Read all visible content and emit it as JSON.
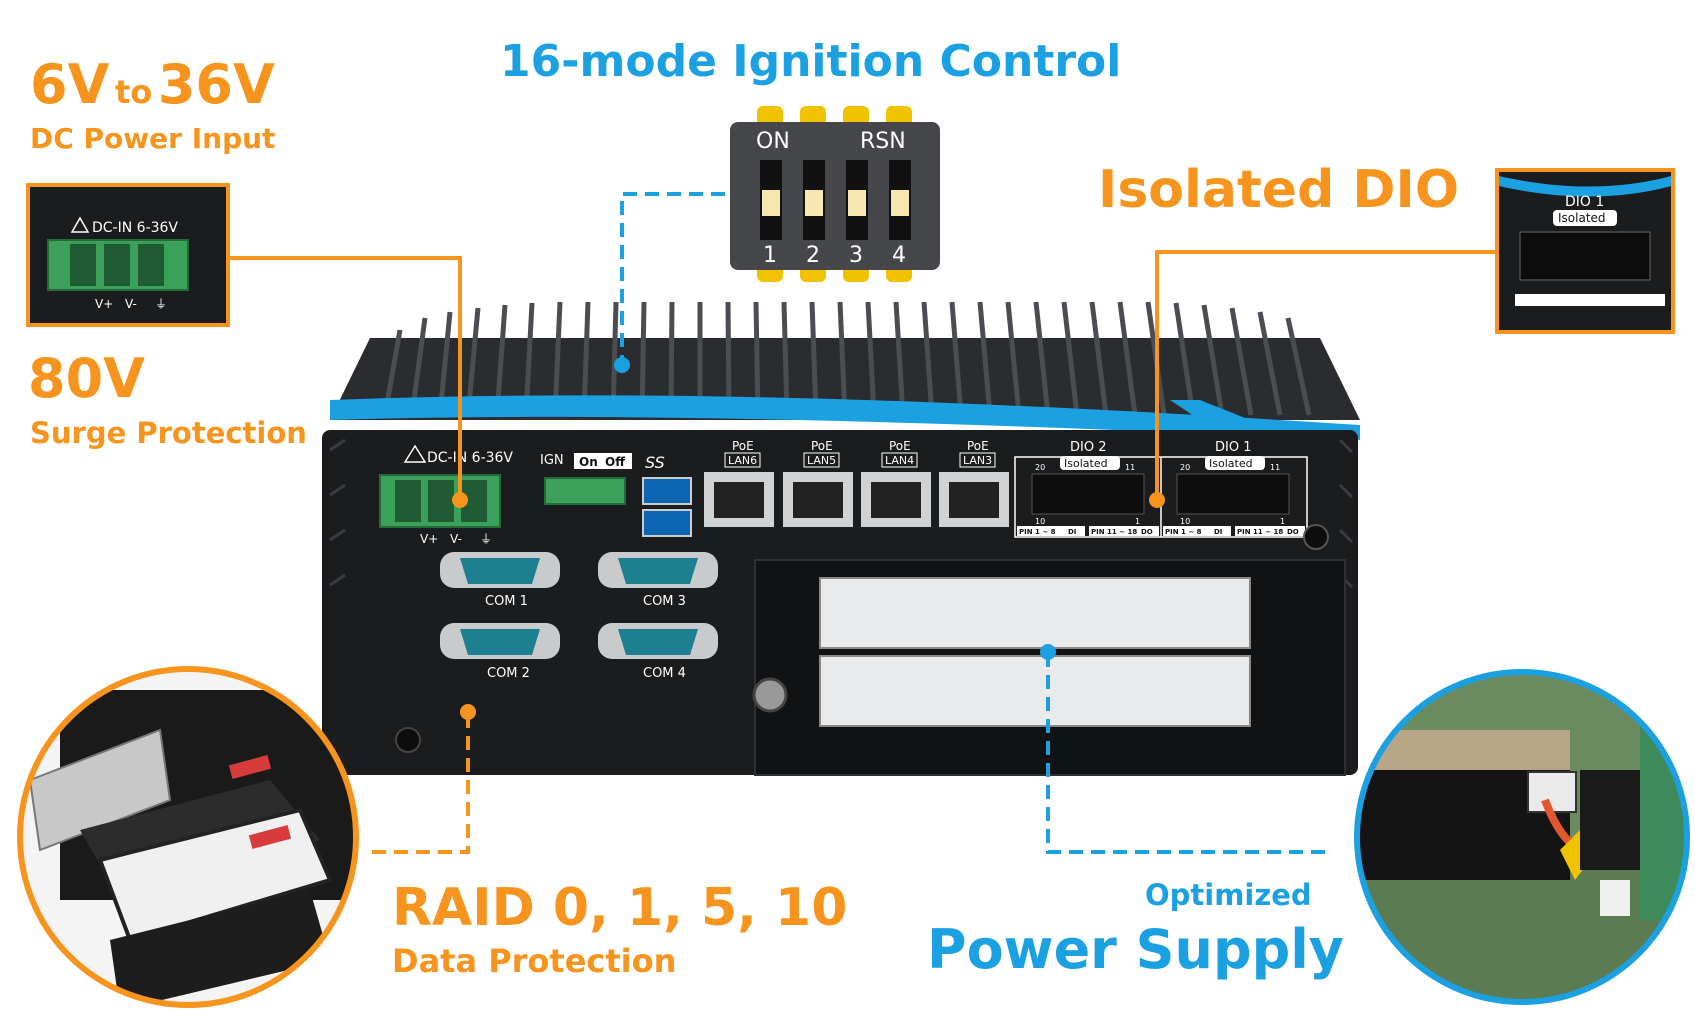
{
  "callouts": {
    "voltage": {
      "low": "6V",
      "to": "to",
      "high": "36V",
      "sub": "DC Power Input"
    },
    "surge": {
      "title": "80V",
      "sub": "Surge Protection"
    },
    "ignition": {
      "title": "16-mode Ignition Control"
    },
    "dio": {
      "title": "Isolated DIO"
    },
    "raid": {
      "title": "RAID 0, 1, 5, 10",
      "sub": "Data Protection"
    },
    "power": {
      "sub": "Optimized",
      "title": "Power Supply"
    }
  },
  "dip_switch": {
    "on": "ON",
    "rsn": "RSN",
    "numbers": [
      "1",
      "2",
      "3",
      "4"
    ]
  },
  "device": {
    "dc_in_label": "DC-IN 6-36V",
    "dc_pins": [
      "V+",
      "V-",
      "⏚"
    ],
    "ign_label": "IGN",
    "ign_on": "On",
    "ign_off": "Off",
    "usb_label": "SS",
    "lan_ports": [
      {
        "poe": "PoE",
        "name": "LAN6"
      },
      {
        "poe": "PoE",
        "name": "LAN5"
      },
      {
        "poe": "PoE",
        "name": "LAN4"
      },
      {
        "poe": "PoE",
        "name": "LAN3"
      }
    ],
    "dio_ports": [
      {
        "name": "DIO 2",
        "badge": "Isolated",
        "pin_lo": "PIN 1 ~ 8",
        "pin_lo_tag": "DI",
        "pin_hi": "PIN 11 ~ 18",
        "pin_hi_tag": "DO",
        "n20": "20",
        "n11": "11",
        "n10": "10",
        "n1": "1"
      },
      {
        "name": "DIO 1",
        "badge": "Isolated",
        "pin_lo": "PIN 1 ~ 8",
        "pin_lo_tag": "DI",
        "pin_hi": "PIN 11 ~ 18",
        "pin_hi_tag": "DO",
        "n20": "20",
        "n11": "11",
        "n10": "10",
        "n1": "1"
      }
    ],
    "com_ports": [
      "COM 1",
      "COM 3",
      "COM 2",
      "COM 4"
    ]
  },
  "colors": {
    "orange": "#f7941d",
    "blue": "#1ba1e2",
    "chassis": "#1b1c1e",
    "green": "#2e9e5b"
  }
}
